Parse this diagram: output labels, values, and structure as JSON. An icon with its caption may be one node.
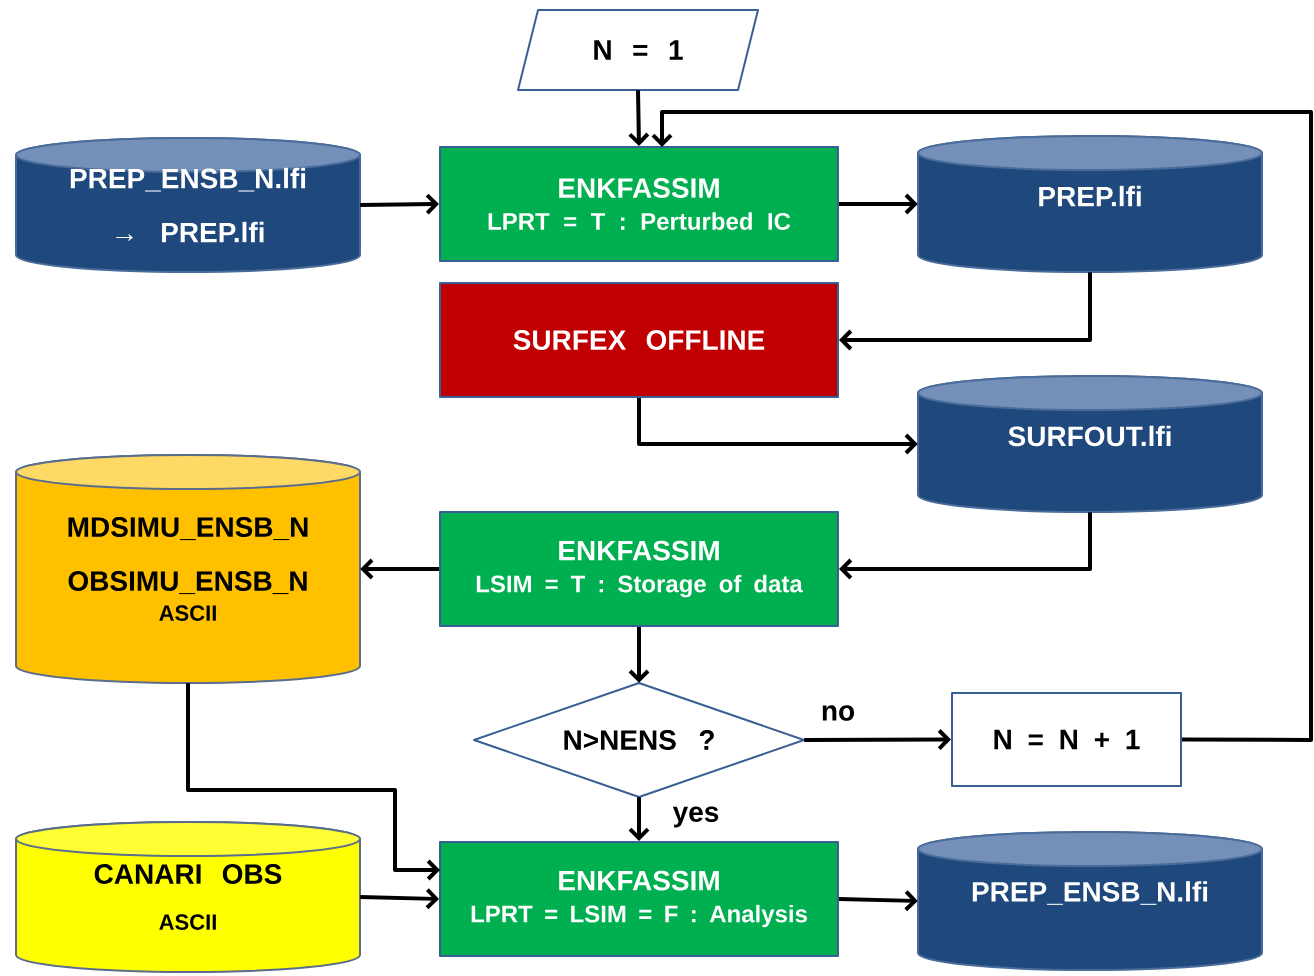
{
  "diagram": {
    "nodes": [
      {
        "text": [
          "N = 1"
        ]
      },
      {
        "text": [
          "PREP_ENSB_N.lfi → PREP.lfi"
        ]
      },
      {
        "text": [
          "ENKFASSIM",
          "LPRT = T : Perturbed IC"
        ]
      },
      {
        "text": [
          "PREP.lfi"
        ]
      },
      {
        "text": [
          "SURFEX OFFLINE"
        ]
      },
      {
        "text": [
          "SURFOUT.lfi"
        ]
      },
      {
        "text": [
          "MDSIMU_ENSB_N OBSIMU_ENSB_N",
          "ASCII"
        ]
      },
      {
        "text": [
          "ENKFASSIM",
          "LSIM = T : Storage of data"
        ]
      },
      {
        "text": [
          "N>NENS ?"
        ]
      },
      {
        "text": [
          "N = N + 1"
        ]
      },
      {
        "text": [
          "CANARI OBS",
          "ASCII"
        ]
      },
      {
        "text": [
          "ENKFASSIM",
          "LPRT = LSIM = F : Analysis"
        ]
      },
      {
        "text": [
          "PREP_ENSB_N.lfi"
        ]
      }
    ],
    "edges": [
      {
        "from": 0,
        "to": 2,
        "arrow": "to"
      },
      {
        "from": 1,
        "to": 2,
        "arrow": "to"
      },
      {
        "from": 2,
        "to": 3,
        "arrow": "to"
      },
      {
        "from": 3,
        "to": 4,
        "arrow": "to"
      },
      {
        "from": 4,
        "to": 5,
        "arrow": "to"
      },
      {
        "from": 5,
        "to": 7,
        "arrow": "to"
      },
      {
        "from": 7,
        "to": 6,
        "arrow": "to"
      },
      {
        "from": 7,
        "to": 8,
        "arrow": "to"
      },
      {
        "from": 8,
        "to": 9,
        "arrow": "to",
        "label": "no"
      },
      {
        "from": 9,
        "to": 2,
        "arrow": "to"
      },
      {
        "from": 8,
        "to": 11,
        "arrow": "to",
        "label": "yes"
      },
      {
        "from": 6,
        "to": 11,
        "arrow": "to"
      },
      {
        "from": 10,
        "to": 11,
        "arrow": "to"
      },
      {
        "from": 11,
        "to": 12,
        "arrow": "to"
      }
    ]
  }
}
